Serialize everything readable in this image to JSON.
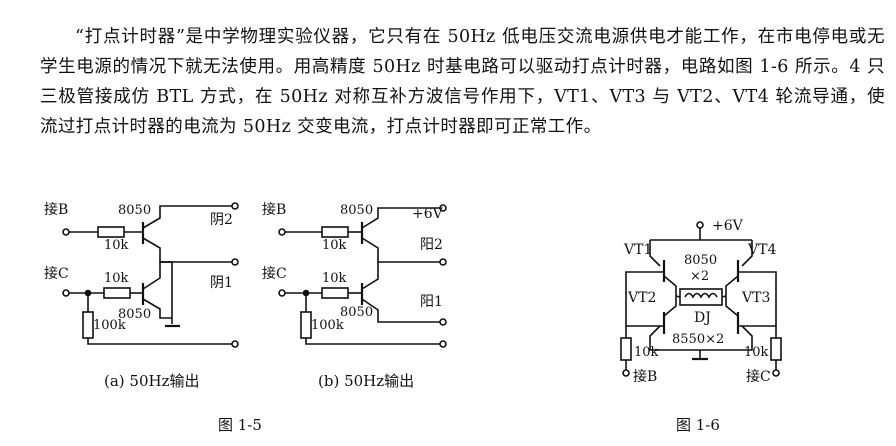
{
  "paragraph": "“打点计时器”是中学物理实验仪器，它只有在 50Hz 低电压交流电源供电才能工作，在市电停电或无学生电源的情况下就无法使用。用高精度 50Hz 时基电路可以驱动打点计时器，电路如图 1-6 所示。4 只三极管接成仿 BTL 方式，在 50Hz 对称互补方波信号作用下，VT1、VT3 与 VT2、VT4 轮流导通，使流过打点计时器的电流为 50Hz 交变电流，打点计时器即可正常工作。",
  "fig15": {
    "a": {
      "in_b": "接B",
      "in_c": "接C",
      "r1": "10k",
      "r2": "10k",
      "r3": "100k",
      "t1": "8050",
      "t2": "8050",
      "out1": "阴2",
      "out2": "阴1",
      "caption": "(a)  50Hz输出"
    },
    "b": {
      "in_b": "接B",
      "in_c": "接C",
      "r1": "10k",
      "r2": "10k",
      "r3": "100k",
      "t1": "8050",
      "t2": "8050",
      "vcc": "+6V",
      "out1": "阳2",
      "out2": "阳1",
      "caption": "(b)  50Hz输出"
    },
    "title": "图 1-5"
  },
  "fig16": {
    "vcc": "+6V",
    "vt1": "VT1",
    "vt2": "VT2",
    "vt3": "VT3",
    "vt4": "VT4",
    "npn": "8050",
    "x2a": "×2",
    "dj": "DJ",
    "pnp": "8550×2",
    "r_left": "10k",
    "r_right": "10k",
    "in_b": "接B",
    "in_c": "接C",
    "title": "图 1-6"
  }
}
